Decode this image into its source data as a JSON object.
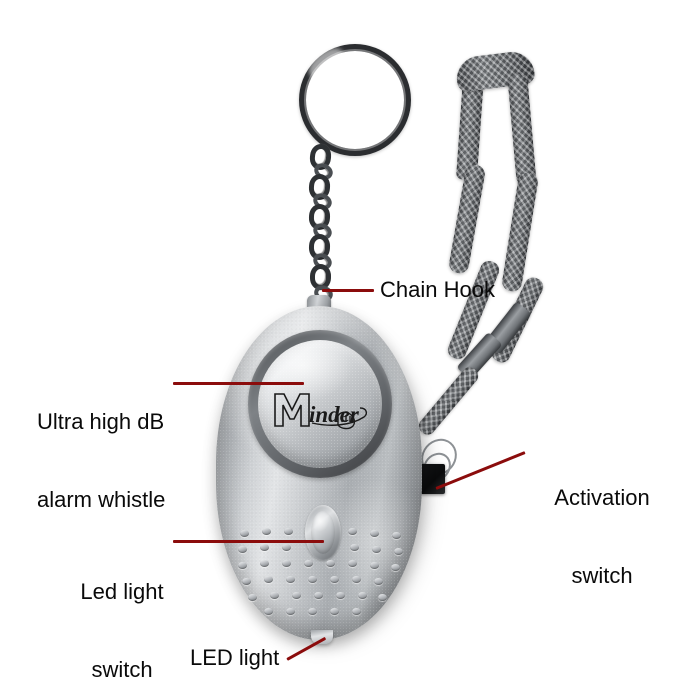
{
  "image": {
    "subject": "Minder personal safety keyring alarm",
    "background_color": "#ffffff",
    "leader_line_color": "#8B0C0C",
    "label_text_color": "#0a0a0a"
  },
  "product": {
    "brand_logo_text": "Minder",
    "body_color": "#b9bdc1",
    "strap_color": "#6e7276"
  },
  "annotations": [
    {
      "id": "chain-hook",
      "text": "Chain Hook",
      "lines": [
        "Chain Hook"
      ]
    },
    {
      "id": "alarm-whistle",
      "text": "Ultra high dB alarm whistle",
      "lines": [
        "Ultra high dB",
        "alarm whistle"
      ]
    },
    {
      "id": "activation",
      "text": "Activation switch",
      "lines": [
        "Activation",
        "switch"
      ]
    },
    {
      "id": "led-switch",
      "text": "Led light switch",
      "lines": [
        "Led light",
        "switch"
      ]
    },
    {
      "id": "led-light",
      "text": "LED light",
      "lines": [
        "LED light"
      ]
    }
  ]
}
